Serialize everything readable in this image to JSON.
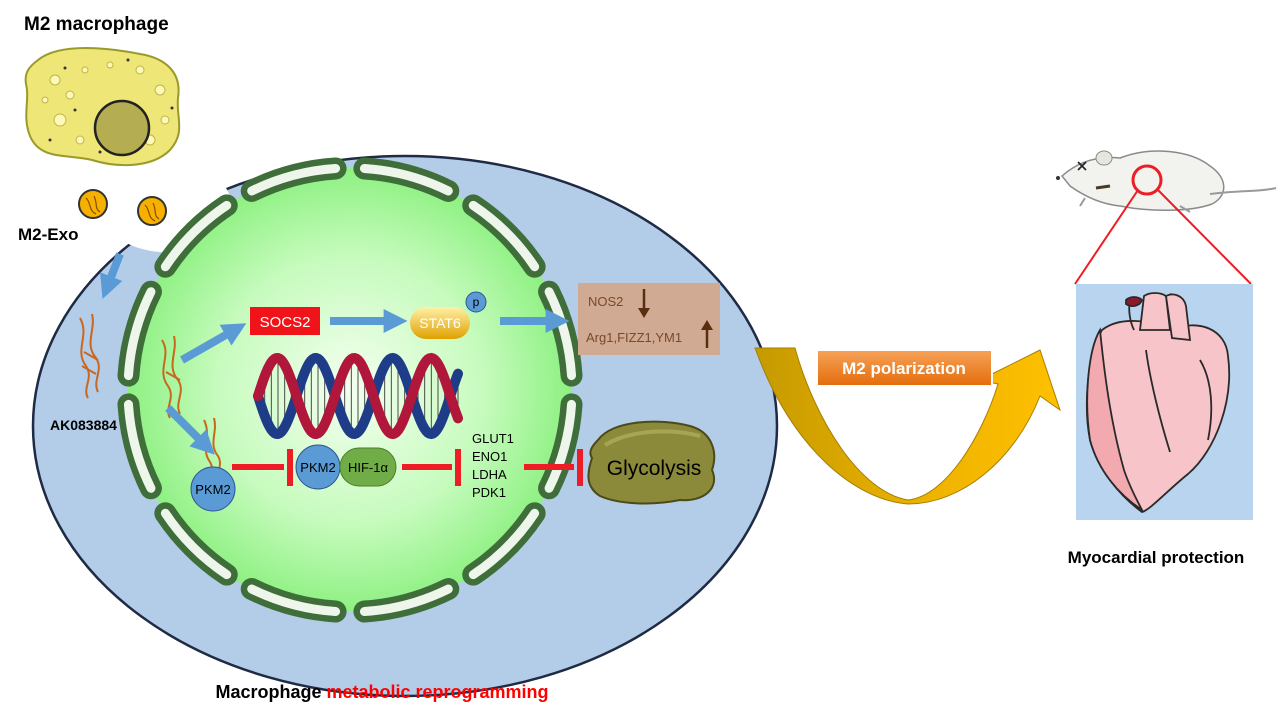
{
  "labels": {
    "m2_macrophage": "M2 macrophage",
    "m2_exo": "M2-Exo",
    "ak083884": "AK083884",
    "socs2": "SOCS2",
    "stat6": "STAT6",
    "p": "p",
    "nos2": "NOS2",
    "arg1": "Arg1,FIZZ1,YM1",
    "pkm2_left": "PKM2",
    "pkm2_complex": "PKM2",
    "hif1a": "HIF-1α",
    "genes": [
      "GLUT1",
      "ENO1",
      "LDHA",
      "PDK1"
    ],
    "glycolysis": "Glycolysis",
    "m2_polarization": "M2 polarization",
    "myocardial_protection": "Myocardial protection",
    "caption_prefix": "Macrophage ",
    "caption_highlight": "metabolic reprogramming"
  },
  "colors": {
    "cell_fill": "#b3cde9",
    "nucleus_fill": "#9bf58f",
    "socs2_box": "#f0141a",
    "stat6": "#f4b800",
    "nos2_box": "#d0aa93",
    "pkm2": "#5b9bd5",
    "hif1a": "#70ad47",
    "inhibit": "#ee1c24",
    "arrow": "#5b9bd5",
    "polarization_box": "#ed7d31",
    "heart_panel": "#b8d4ee",
    "caption_highlight": "#ff0000"
  }
}
